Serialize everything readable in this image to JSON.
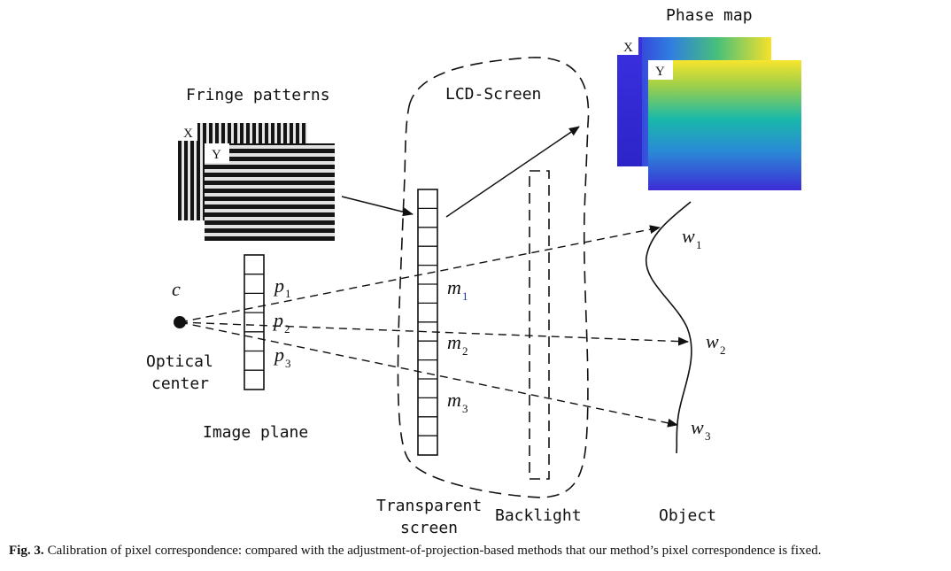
{
  "labels": {
    "phase_map": "Phase map",
    "fringe_patterns": "Fringe patterns",
    "lcd_screen": "LCD-Screen",
    "optical_center_line1": "Optical",
    "optical_center_line2": "center",
    "image_plane": "Image plane",
    "transparent_screen_line1": "Transparent",
    "transparent_screen_line2": "screen",
    "backlight": "Backlight",
    "object": "Object",
    "tab_x": "X",
    "tab_y": "Y"
  },
  "symbols": {
    "c": "c",
    "p": "p",
    "m": "m",
    "w": "w",
    "sub1": "1",
    "sub2": "2",
    "sub3": "3"
  },
  "caption": {
    "fig_label": "Fig. 3.",
    "text": "Calibration of pixel correspondence: compared with the adjustment-of-projection-based methods that our method’s pixel correspondence is fixed."
  },
  "colors": {
    "line": "#111111",
    "phase_low": "#3b2bd0",
    "phase_mid": "#1fa8b0",
    "phase_high": "#f4e22a",
    "stripe_dark": "#1a1a1a",
    "stripe_light": "#e8e8e8"
  }
}
